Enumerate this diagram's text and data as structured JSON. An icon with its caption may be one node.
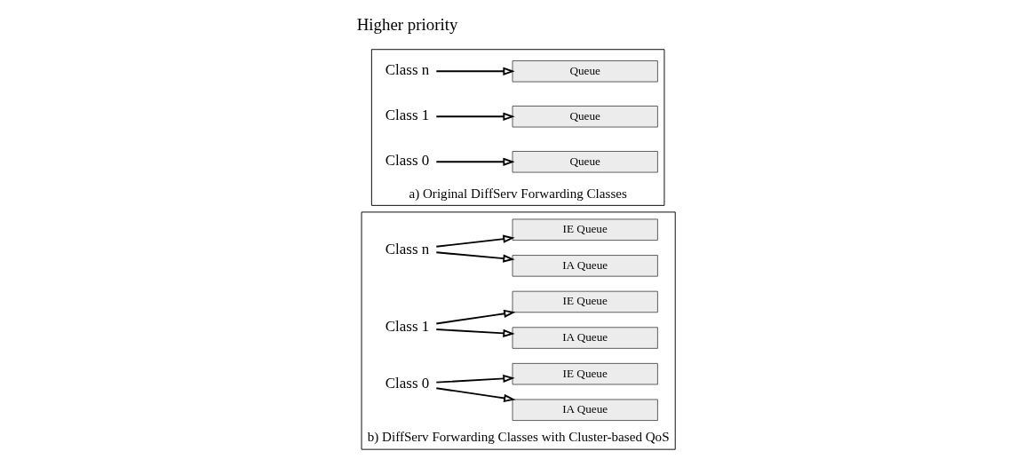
{
  "diagram": {
    "nodes": [
      {
        "text": [
          "a) Original DiffServ Forwarding Classes"
        ]
      },
      {
        "text": [
          "Class 0"
        ],
        "in": 0
      },
      {
        "text": [
          "Queue"
        ],
        "in": 0
      },
      {
        "text": [
          "Class 1"
        ],
        "in": 0
      },
      {
        "text": [
          "Queue"
        ],
        "in": 0
      },
      {
        "text": [
          "Class n"
        ],
        "in": 0
      },
      {
        "text": [
          "Queue"
        ],
        "in": 0
      },
      {
        "text": [
          "b) DiffServ Forwarding Classes with Cluster-based QoS"
        ]
      },
      {
        "text": [
          "Class 0"
        ],
        "in": 7
      },
      {
        "text": [
          "IE Queue"
        ],
        "in": 7
      },
      {
        "text": [
          "IA Queue"
        ],
        "in": 7
      },
      {
        "text": [
          "Class 1"
        ],
        "in": 7
      },
      {
        "text": [
          "IE Queue"
        ],
        "in": 7
      },
      {
        "text": [
          "IA Queue"
        ],
        "in": 7
      },
      {
        "text": [
          "Class n"
        ],
        "in": 7
      },
      {
        "text": [
          "IE Queue"
        ],
        "in": 7
      },
      {
        "text": [
          "IA Queue"
        ],
        "in": 7
      }
    ],
    "edges": [
      {
        "from": 1,
        "to": 2,
        "arrow": "to"
      },
      {
        "from": 3,
        "to": 4,
        "arrow": "to"
      },
      {
        "from": 5,
        "to": 6,
        "arrow": "to"
      },
      {
        "from": 8,
        "to": 9,
        "arrow": "to"
      },
      {
        "from": 8,
        "to": 10,
        "arrow": "to"
      },
      {
        "from": 11,
        "to": 12,
        "arrow": "to"
      },
      {
        "from": 11,
        "to": 13,
        "arrow": "to"
      },
      {
        "from": 14,
        "to": 15,
        "arrow": "to"
      },
      {
        "from": 14,
        "to": 16,
        "arrow": "to"
      }
    ],
    "labels": [
      "Higher priority"
    ]
  }
}
